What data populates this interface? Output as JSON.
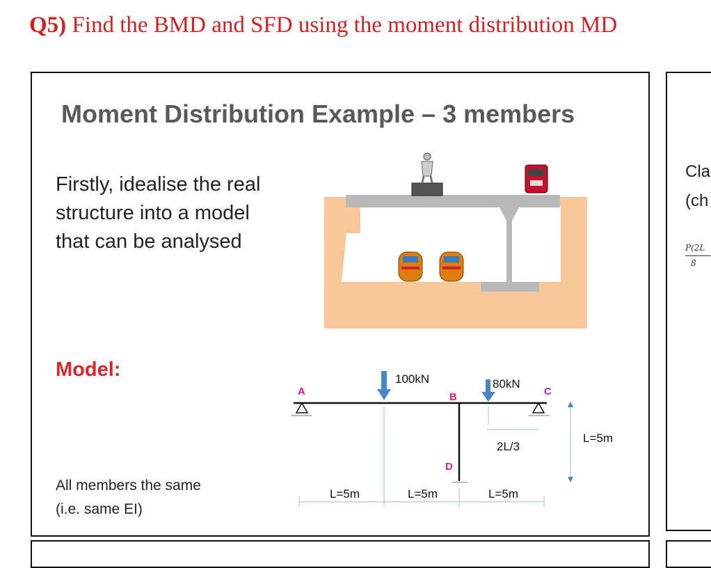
{
  "question": {
    "number": "Q5)",
    "text": "Find the BMD and SFD using the moment distribution MD"
  },
  "slide": {
    "title": "Moment Distribution Example – 3 members",
    "intro_lines": [
      "Firstly, idealise the real",
      "structure into a model",
      "that can be analysed"
    ],
    "model_label": "Model:",
    "note_lines": [
      "All members the same",
      "(i.e. same EI)"
    ]
  },
  "diagram": {
    "loads": [
      "100kN",
      "80kN"
    ],
    "nodes": [
      "A",
      "B",
      "C",
      "D"
    ],
    "dims": {
      "load_offset": "2L/3",
      "column": "L=5m",
      "span1": "L=5m",
      "span2": "L=5m",
      "span3": "L=5m"
    }
  },
  "side_slide": {
    "line1": "Cla",
    "line2": "(ch",
    "formula_num": "P(2L",
    "formula_den": "8"
  },
  "colors": {
    "title_red": "#d42020",
    "model_red": "#d9262a",
    "node_pink": "#e0207a",
    "load_blue": "#4a86c5",
    "ground": "#f8c79a",
    "concrete": "#b9b9b9"
  }
}
